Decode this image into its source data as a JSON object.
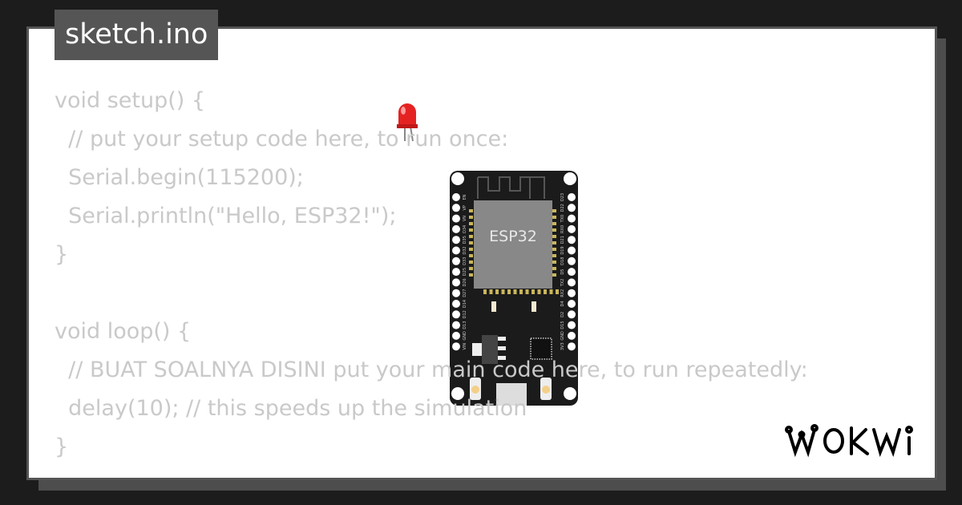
{
  "file_tab": "sketch.ino",
  "code_lines": [
    "void setup() {",
    "  // put your setup code here, to run once:",
    "  Serial.begin(115200);",
    "  Serial.println(\"Hello, ESP32!\");",
    "}",
    "",
    "void loop() {",
    "  // BUAT SOALNYA DISINI put your main code here, to run repeatedly:",
    "  delay(10); // this speeds up the simulation",
    "}"
  ],
  "board": {
    "chip_label": "ESP32",
    "left_pins": [
      "EN",
      "VP",
      "VN",
      "D34",
      "D35",
      "D32",
      "D33",
      "D25",
      "D26",
      "D27",
      "D14",
      "D12",
      "D13",
      "GND",
      "VIN"
    ],
    "right_pins": [
      "D23",
      "D22",
      "TX0",
      "RX0",
      "D21",
      "D19",
      "D18",
      "D5",
      "TX2",
      "RX2",
      "D4",
      "D2",
      "D15",
      "GND",
      "3V3"
    ]
  },
  "led_color": "#e52222",
  "logo": "WOKWI"
}
